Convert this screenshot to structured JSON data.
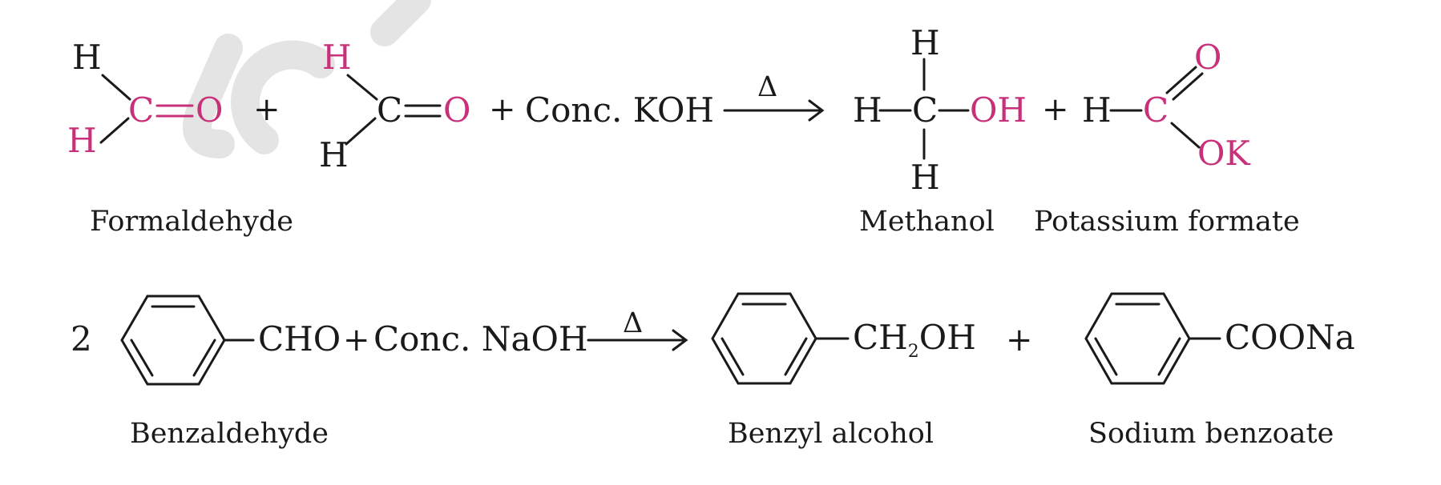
{
  "colors": {
    "ink": "#1a1a1a",
    "accent": "#c8307a",
    "watermark": "#e4e4e4"
  },
  "symbols": {
    "H": "H",
    "C": "C",
    "O": "O",
    "OH": "OH",
    "OK": "OK",
    "plus": "+",
    "delta": "Δ",
    "two": "2"
  },
  "reaction1": {
    "reagent": "Conc. KOH",
    "labels": {
      "reactant": "Formaldehyde",
      "product1": "Methanol",
      "product2": "Potassium formate"
    }
  },
  "reaction2": {
    "reactant_group": "CHO",
    "reagent": "Conc. NaOH",
    "product1_group": {
      "main": "CH",
      "sub": "2",
      "tail": "OH"
    },
    "product2_group": "COONa",
    "labels": {
      "reactant": "Benzaldehyde",
      "product1": "Benzyl alcohol",
      "product2": "Sodium benzoate"
    }
  }
}
